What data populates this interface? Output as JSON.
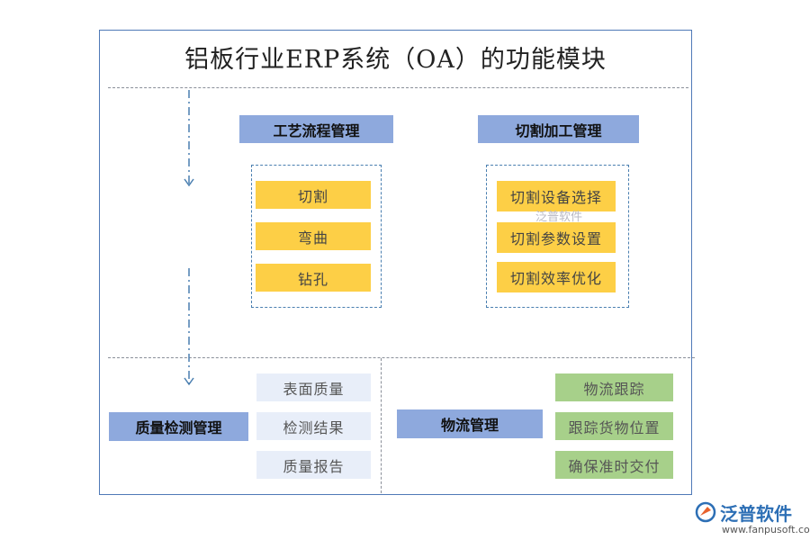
{
  "title": "铝板行业ERP系统（OA）的功能模块",
  "sections": {
    "process": {
      "header": "工艺流程管理",
      "items": [
        "切割",
        "弯曲",
        "钻孔"
      ]
    },
    "cutting": {
      "header": "切割加工管理",
      "items": [
        "切割设备选择",
        "切割参数设置",
        "切割效率优化"
      ]
    },
    "quality": {
      "header": "质量检测管理",
      "items": [
        "表面质量",
        "检测结果",
        "质量报告"
      ]
    },
    "logistics": {
      "header": "物流管理",
      "items": [
        "物流跟踪",
        "跟踪货物位置",
        "确保准时交付"
      ]
    }
  },
  "watermark": "泛普软件",
  "brand": {
    "name": "泛普软件",
    "url": "www.fanpusoft.com"
  },
  "colors": {
    "header": "#8ea9dd",
    "yellow": "#fdcf46",
    "light": "#e8eef9",
    "green": "#a7d08a",
    "frame": "#4f79b7"
  }
}
